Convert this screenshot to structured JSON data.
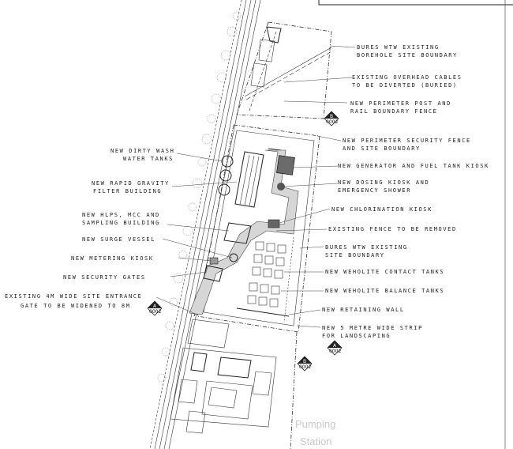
{
  "annotations": [
    "BURES WTW EXISTING",
    "BOREHOLE SITE BOUNDARY",
    "EXISTING OVERHEAD CABLES",
    "TO BE DIVERTED (BURIED)",
    "NEW PERIMETER POST AND",
    "RAIL BOUNDARY FENCE",
    "NEW PERIMETER SECURITY FENCE",
    "AND SITE BOUNDARY",
    "NEW GENERATOR AND FUEL TANK KIOSK",
    "NEW DOSING KIOSK AND",
    "EMERGENCY SHOWER",
    "NEW CHLORINATION KIOSK",
    "EXISTING FENCE TO BE REMOVED",
    "BURES WTW EXISTING",
    "SITE BOUNDARY",
    "NEW WEHOLITE CONTACT TANKS",
    "NEW WEHOLITE BALANCE TANKS",
    "NEW RETAINING WALL",
    "NEW 5 METRE WIDE STRIP",
    "FOR LANDSCAPING",
    "NEW DIRTY WASH",
    "WATER TANKS",
    "NEW RAPID GRAVITY",
    "FILTER BUILDING",
    "NEW HLPS, MCC AND",
    "SAMPLING BUILDING",
    "NEW SURGE VESSEL",
    "NEW METERING KIOSK",
    "NEW SECURITY GATES",
    "EXISTING 4M WIDE SITE ENTRANCE",
    "GATE TO BE WIDENED TO 8M"
  ],
  "section_markers": [
    {
      "letter": "B",
      "sheet": "0002"
    },
    {
      "letter": "A",
      "sheet": "0002"
    },
    {
      "letter": "A",
      "sheet": "0002"
    },
    {
      "letter": "B",
      "sheet": "0002"
    }
  ],
  "watermark": [
    "Pumping",
    "Station"
  ]
}
